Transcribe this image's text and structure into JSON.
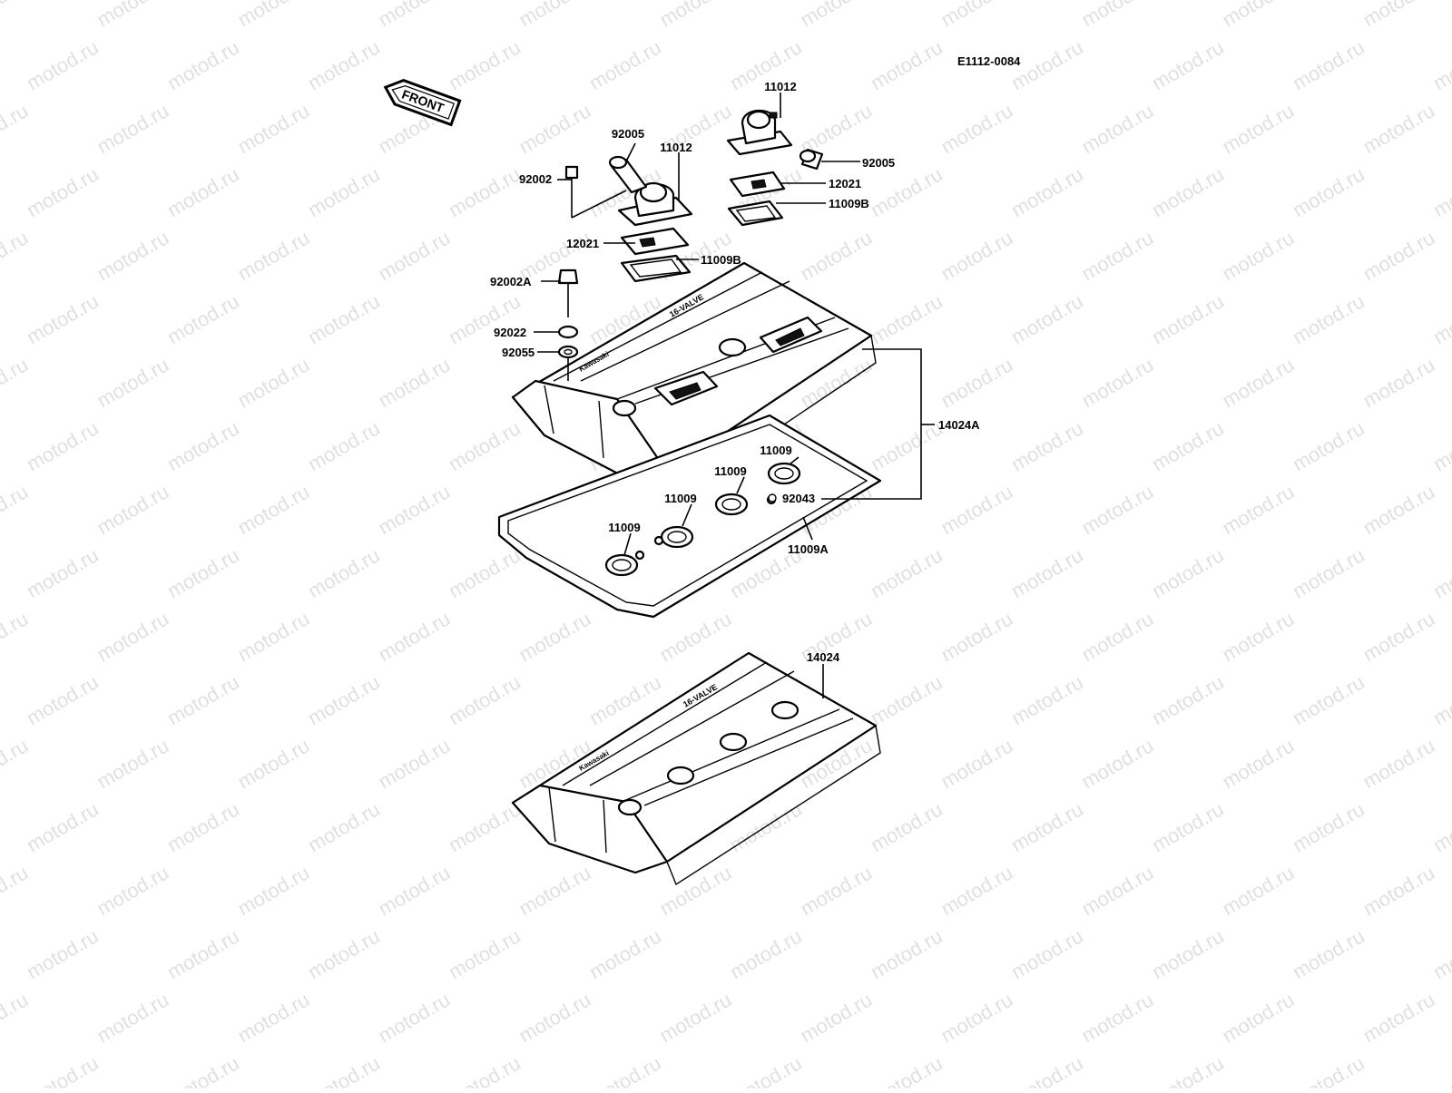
{
  "diagram_code": "E1112-0084",
  "front_label": "FRONT",
  "watermark": "motod.ru",
  "callouts": {
    "c11012_right": "11012",
    "c92005_left": "92005",
    "c11012_left": "11012",
    "c92002": "92002",
    "c92005_right": "92005",
    "c12021_right": "12021",
    "c11009B_right": "11009B",
    "c12021_left": "12021",
    "c11009B_left": "11009B",
    "c92002A": "92002A",
    "c92022": "92022",
    "c92055": "92055",
    "c14024A": "14024A",
    "c11009_a": "11009",
    "c11009_b": "11009",
    "c11009_c": "11009",
    "c11009_d": "11009",
    "c92043": "92043",
    "c11009A": "11009A",
    "c14024": "14024"
  },
  "cover_text": {
    "raised_a": "Kawasaki",
    "raised_b": "16-VALVE"
  },
  "colors": {
    "ink": "#000000",
    "paper": "#ffffff",
    "watermark": "#c8c8c8"
  }
}
